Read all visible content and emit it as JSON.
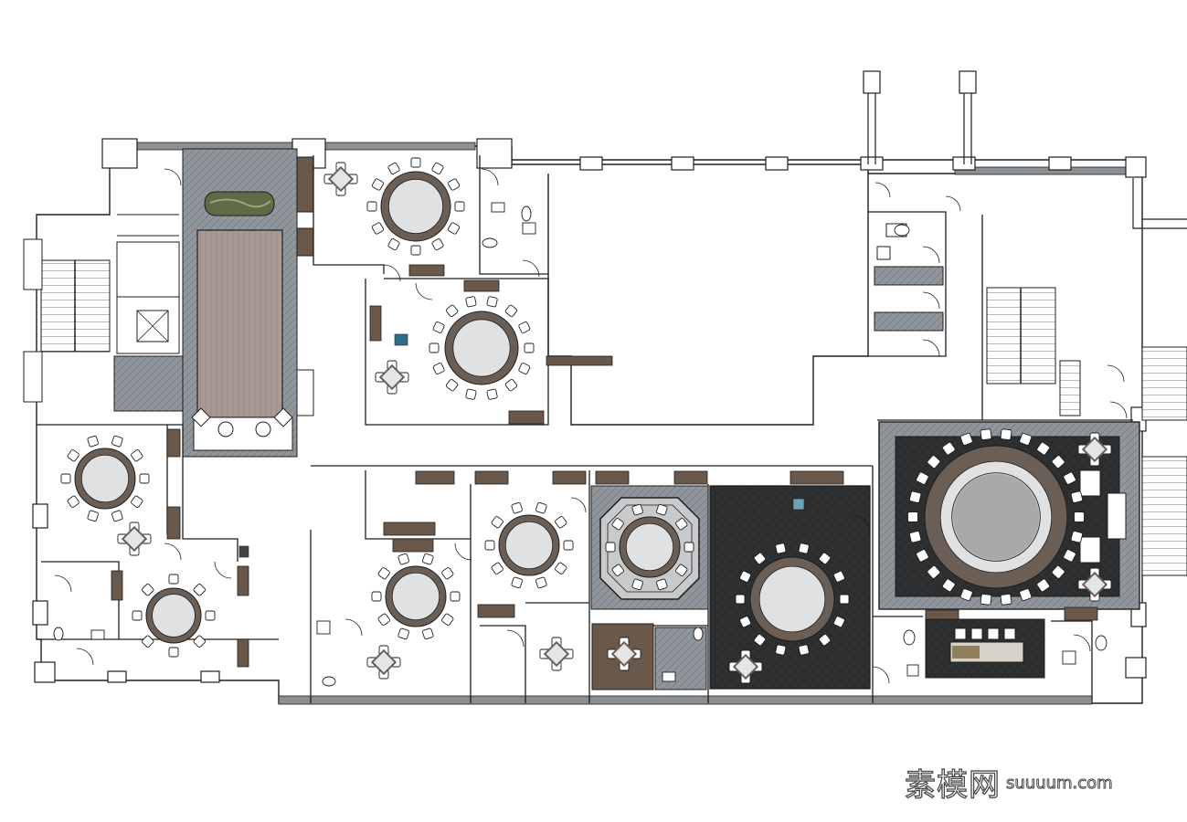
{
  "drawing": {
    "kind": "restaurant-floor-plan",
    "colors": {
      "wall": "#1e1e1e",
      "floor_white": "#ffffff",
      "gray_marble": "#8e9398",
      "dark_carpet": "#2b2c2e",
      "light_stone": "#c9cbcc",
      "wood_brown": "#6a584a",
      "table_top": "#dfe1e2",
      "table_rim": "#6b5e55",
      "chair": "#ffffff"
    }
  },
  "watermark": {
    "site_name": "素模网",
    "url": "suuuum.com"
  }
}
